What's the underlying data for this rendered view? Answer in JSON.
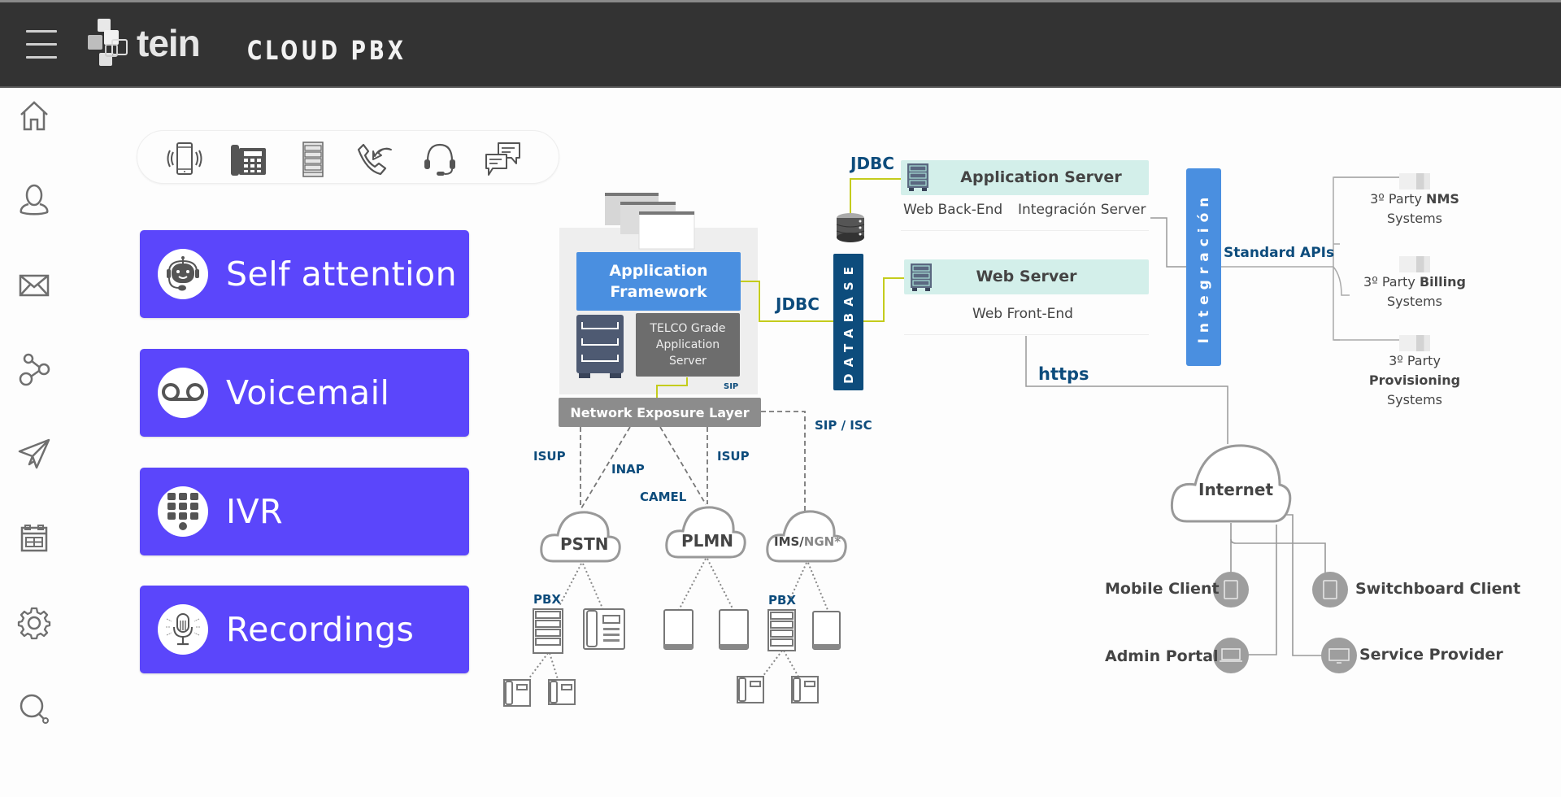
{
  "header": {
    "menu_icon": "hamburger-menu-icon",
    "logo_text": "tein",
    "app_title": "CLOUD PBX"
  },
  "sidebar": {
    "items": [
      {
        "icon": "home-icon",
        "label": "Home"
      },
      {
        "icon": "user-icon",
        "label": "Profile"
      },
      {
        "icon": "mail-icon",
        "label": "Mail"
      },
      {
        "icon": "share-nodes-icon",
        "label": "Network"
      },
      {
        "icon": "send-icon",
        "label": "Send"
      },
      {
        "icon": "calendar-icon",
        "label": "Calendar"
      },
      {
        "icon": "gear-icon",
        "label": "Settings"
      },
      {
        "icon": "search-icon",
        "label": "Search"
      }
    ]
  },
  "toolbar": {
    "icons": [
      "mobile-ringing-icon",
      "desk-phone-icon",
      "server-rack-icon",
      "call-forward-icon",
      "headset-icon",
      "chat-bubbles-icon"
    ]
  },
  "features": [
    {
      "label": "Self attention",
      "icon": "robot-agent-icon"
    },
    {
      "label": "Voicemail",
      "icon": "voicemail-icon"
    },
    {
      "label": "IVR",
      "icon": "keypad-icon"
    },
    {
      "label": "Recordings",
      "icon": "microphone-icon"
    }
  ],
  "diagram": {
    "app_framework": "Application Framework",
    "app_framework_line1": "Application",
    "app_framework_line2": "Framework",
    "telco_line1": "TELCO Grade",
    "telco_line2": "Application",
    "telco_line3": "Server",
    "sip": "SIP",
    "network_exposure": "Network Exposure Layer",
    "jdbc_top": "JDBC",
    "jdbc_left": "JDBC",
    "database": "DATABASE",
    "application_server": "Application Server",
    "web_backend": "Web Back-End",
    "integration_server": "Integración Server",
    "web_server": "Web Server",
    "web_frontend": "Web Front-End",
    "https": "https",
    "integracion": "Integración",
    "standard_apis": "Standard APIs",
    "third_party": [
      {
        "prefix": "3º Party ",
        "bold": "NMS",
        "suffix": "Systems"
      },
      {
        "prefix": "3º Party ",
        "bold": "Billing",
        "suffix": "Systems"
      },
      {
        "prefix": "3º Party",
        "bold": "Provisioning",
        "suffix": "Systems"
      }
    ],
    "protocols": {
      "isup_left": "ISUP",
      "inap": "INAP",
      "camel": "CAMEL",
      "isup_right": "ISUP",
      "sip_isc": "SIP / ISC"
    },
    "clouds": {
      "pstn": "PSTN",
      "plmn": "PLMN",
      "ims": "IMS/",
      "ngn": "NGN*",
      "internet": "Internet"
    },
    "pbx_left": "PBX",
    "pbx_right": "PBX",
    "clients": {
      "mobile": "Mobile Client",
      "switchboard": "Switchboard Client",
      "admin": "Admin Portal",
      "provider": "Service Provider"
    }
  },
  "colors": {
    "accent": "#5b46fb",
    "topbar": "#333333",
    "diagram_blue": "#4a8fe0",
    "database_navy": "#0d4c7c",
    "server_teal": "#d3efea",
    "connector_yellow": "#c4cc1d"
  }
}
